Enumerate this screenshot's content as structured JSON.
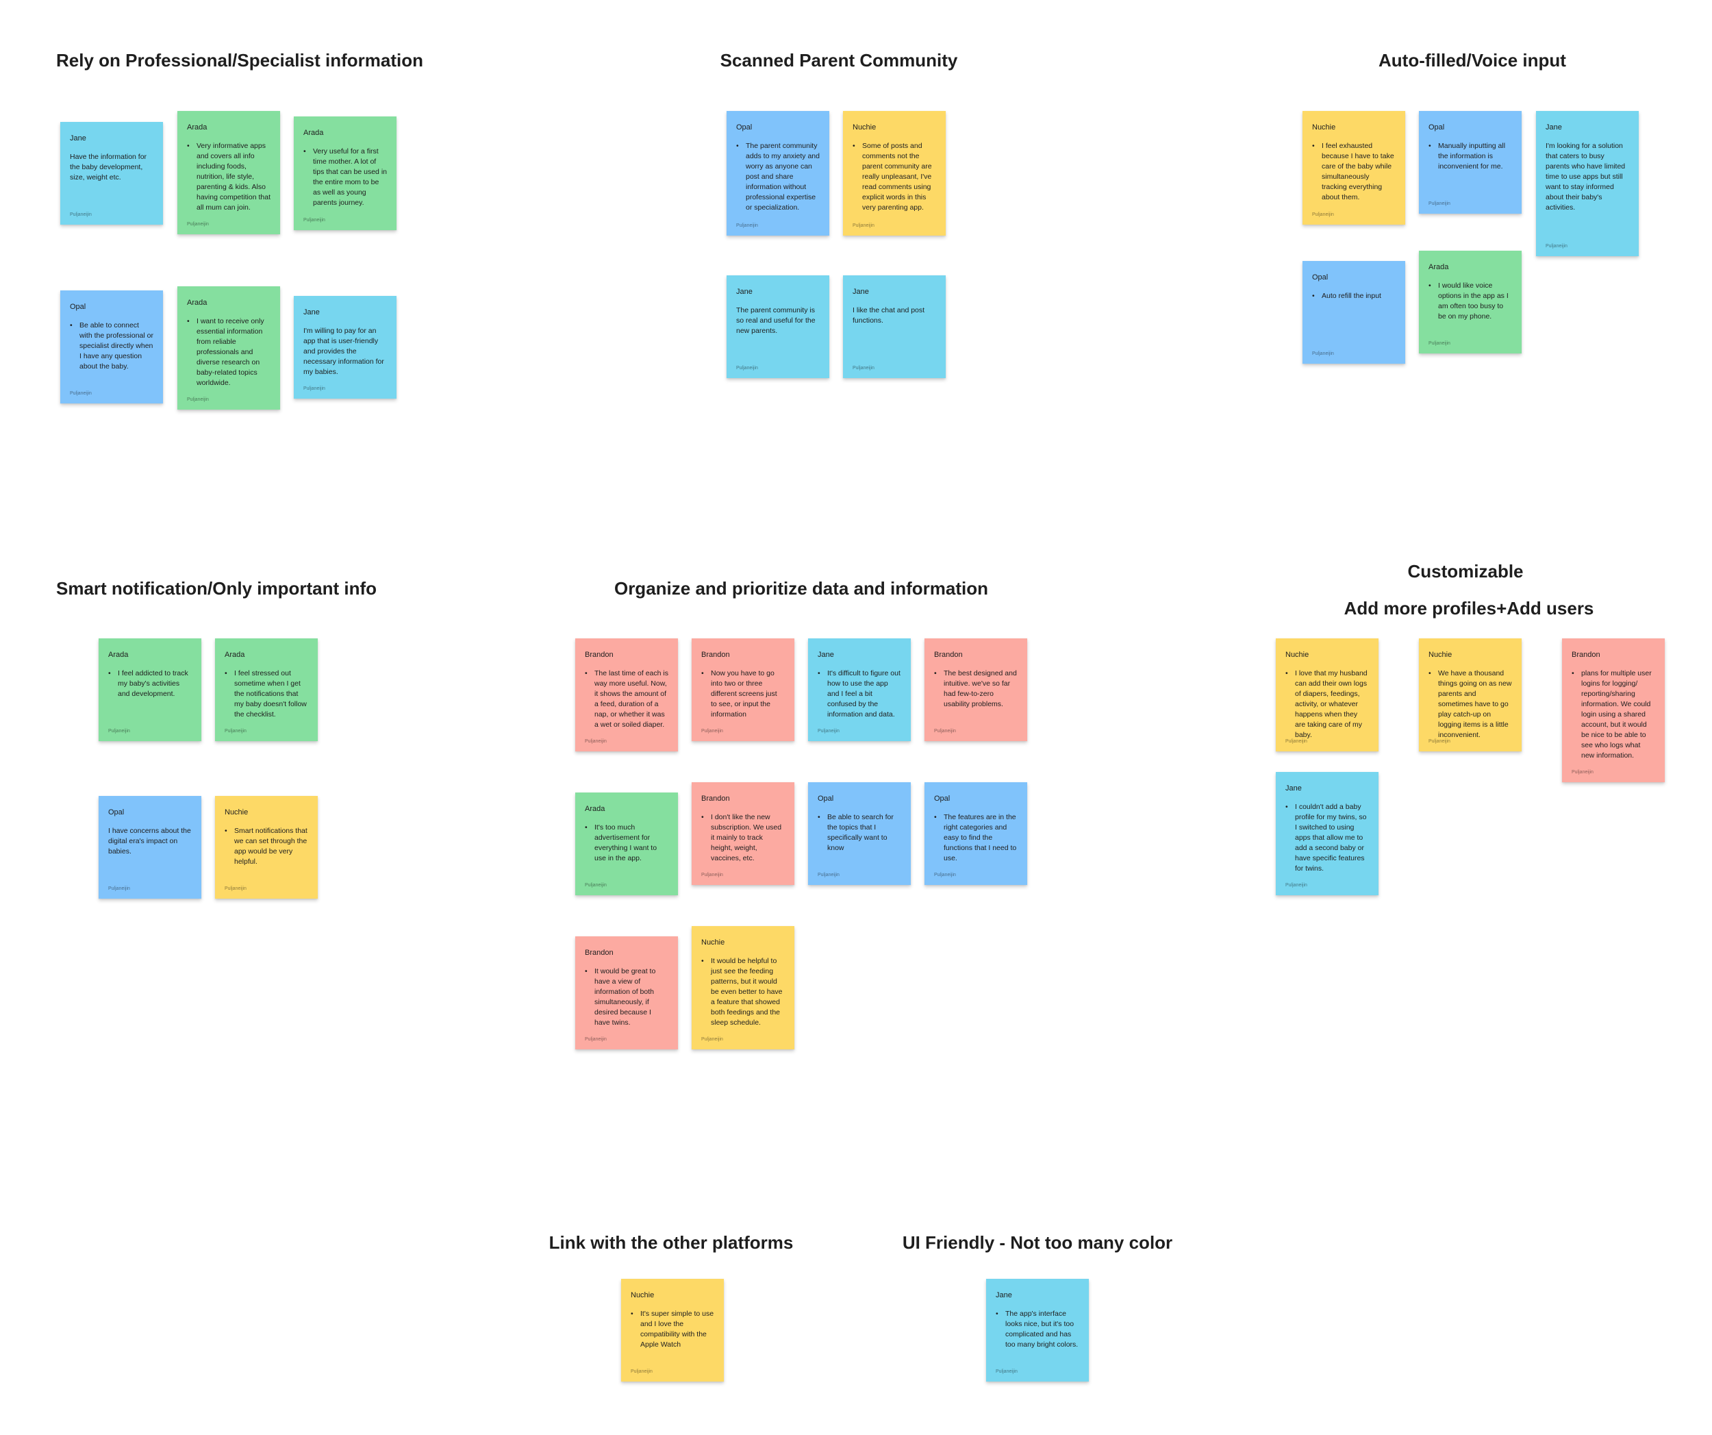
{
  "colors": {
    "blue": "#80c3fb",
    "cyan": "#77d6ef",
    "green": "#85df9f",
    "yellow": "#fdd966",
    "red": "#fcaaa1",
    "title": "#1e1e1e"
  },
  "footer_label": "Puljaneijin",
  "sections": [
    {
      "id": "professional",
      "title": "Rely on Professional/Specialist information",
      "notes": [
        {
          "author": "Jane",
          "text": "Have the information for the baby development, size, weight etc.",
          "bullet": false,
          "color": "cyan"
        },
        {
          "author": "Arada",
          "text": "Very informative apps and covers all info including foods, nutrition, life style, parenting & kids. Also having competition that all mum can join.",
          "bullet": true,
          "color": "green"
        },
        {
          "author": "Arada",
          "text": "Very useful for a first time mother. A lot of tips that can be used in the entire mom to be as well as young parents journey.",
          "bullet": true,
          "color": "green"
        },
        {
          "author": "Opal",
          "text": "Be able to connect with the professional or specialist directly when I have any question about the baby.",
          "bullet": true,
          "color": "blue"
        },
        {
          "author": "Arada",
          "text": "I want to receive only essential information from reliable professionals and diverse research on baby-related topics worldwide.",
          "bullet": true,
          "color": "green"
        },
        {
          "author": "Jane",
          "text": "I'm willing to pay for an app that is user-friendly and provides the necessary information for my babies.",
          "bullet": false,
          "color": "cyan"
        }
      ]
    },
    {
      "id": "community",
      "title": "Scanned Parent Community",
      "notes": [
        {
          "author": "Opal",
          "text": "The parent community adds to my anxiety and worry as anyone can post and share information without professional expertise or specialization.",
          "bullet": true,
          "color": "blue"
        },
        {
          "author": "Nuchie",
          "text": "Some of posts and comments not the parent community are really unpleasant, I've read comments using explicit words in this very parenting app.",
          "bullet": true,
          "color": "yellow"
        },
        {
          "author": "Jane",
          "text": "The parent community is so real and useful for the new parents.",
          "bullet": false,
          "color": "cyan"
        },
        {
          "author": "Jane",
          "text": "I like the chat and post functions.",
          "bullet": false,
          "color": "cyan"
        }
      ]
    },
    {
      "id": "autofill",
      "title": "Auto-filled/Voice input",
      "notes": [
        {
          "author": "Nuchie",
          "text": "I feel exhausted because I have to take care of the baby while simultaneously tracking everything about them.",
          "bullet": true,
          "color": "yellow"
        },
        {
          "author": "Opal",
          "text": "Manually inputting all the information is inconvenient for me.",
          "bullet": true,
          "color": "blue"
        },
        {
          "author": "Jane",
          "text": "I'm looking for a solution that caters to busy parents who have limited time to use apps but still want to stay informed about their baby's activities.",
          "bullet": false,
          "color": "cyan"
        },
        {
          "author": "Opal",
          "text": "Auto refill the input",
          "bullet": true,
          "color": "blue"
        },
        {
          "author": "Arada",
          "text": "I would like voice options in the app as I am often too busy to be on my phone.",
          "bullet": true,
          "color": "green"
        }
      ]
    },
    {
      "id": "smart",
      "title": "Smart notification/Only important info",
      "notes": [
        {
          "author": "Arada",
          "text": "I feel addicted to track my baby's activities and development.",
          "bullet": true,
          "color": "green"
        },
        {
          "author": "Arada",
          "text": "I feel stressed out sometime when I get the notifications that my baby doesn't follow the checklist.",
          "bullet": true,
          "color": "green"
        },
        {
          "author": "Opal",
          "text": "I have concerns about the digital era's impact on babies.",
          "bullet": false,
          "color": "blue"
        },
        {
          "author": "Nuchie",
          "text": "Smart notifications that we can set through the app would be very helpful.",
          "bullet": true,
          "color": "yellow"
        }
      ]
    },
    {
      "id": "organize",
      "title": "Organize and prioritize data and information",
      "notes": [
        {
          "author": "Brandon",
          "text": "The last time of each is way more useful. Now, it shows the amount of a feed, duration of a nap, or whether it was a wet or soiled diaper.",
          "bullet": true,
          "color": "red"
        },
        {
          "author": "Brandon",
          "text": "Now you have to go into two or three different screens just to see, or input the information",
          "bullet": true,
          "color": "red"
        },
        {
          "author": "Jane",
          "text": "It's difficult to figure out how to use the app and I feel a bit confused by the information and data.",
          "bullet": true,
          "color": "cyan"
        },
        {
          "author": "Brandon",
          "text": "The best designed and intuitive. we've so far had few-to-zero usability problems.",
          "bullet": true,
          "color": "red"
        },
        {
          "author": "Arada",
          "text": "It's too much advertisement for everything I want to use in the app.",
          "bullet": true,
          "color": "green"
        },
        {
          "author": "Brandon",
          "text": "I don't like the new subscription. We used it mainly to track height, weight, vaccines, etc.",
          "bullet": true,
          "color": "red"
        },
        {
          "author": "Opal",
          "text": "Be able to search for the topics that I specifically want to know",
          "bullet": true,
          "color": "blue"
        },
        {
          "author": "Opal",
          "text": "The features are in the right categories and easy to find the functions that I need to use.",
          "bullet": true,
          "color": "blue"
        },
        {
          "author": "Brandon",
          "text": "It would be great to have a view of information of both simultaneously, if desired because I have twins.",
          "bullet": true,
          "color": "red"
        },
        {
          "author": "Nuchie",
          "text": "It would be helpful to just see the feeding patterns, but it would be even better to have a feature that showed both feedings and the sleep schedule.",
          "bullet": true,
          "color": "yellow"
        }
      ]
    },
    {
      "id": "customizable",
      "title": "Customizable",
      "subtitle": "Add more profiles+Add users",
      "notes": [
        {
          "author": "Nuchie",
          "text": "I love that my husband can add their own logs of diapers, feedings, activity, or whatever happens when they are taking care of my baby.",
          "bullet": true,
          "color": "yellow"
        },
        {
          "author": "Nuchie",
          "text": "We have a thousand things going on as new parents and sometimes have to go play catch-up on logging items is a little inconvenient.",
          "bullet": true,
          "color": "yellow"
        },
        {
          "author": "Brandon",
          "text": "plans for multiple user logins for logging/ reporting/sharing information. We could login using a shared account, but it would be nice to be able to see who logs what new information.",
          "bullet": true,
          "color": "red"
        },
        {
          "author": "Jane",
          "text": "I couldn't add a baby profile for my twins, so I switched to using apps that allow me to add a second baby or have specific features for twins.",
          "bullet": true,
          "color": "cyan"
        }
      ]
    },
    {
      "id": "link",
      "title": "Link with the other platforms",
      "notes": [
        {
          "author": "Nuchie",
          "text": "It's super simple to use and I love the compatibility with the Apple Watch",
          "bullet": true,
          "color": "yellow"
        }
      ]
    },
    {
      "id": "uifriendly",
      "title": "UI Friendly - Not too many color",
      "notes": [
        {
          "author": "Jane",
          "text": "The app's interface looks nice, but it's too complicated and has too many bright colors.",
          "bullet": true,
          "color": "cyan"
        }
      ]
    }
  ]
}
